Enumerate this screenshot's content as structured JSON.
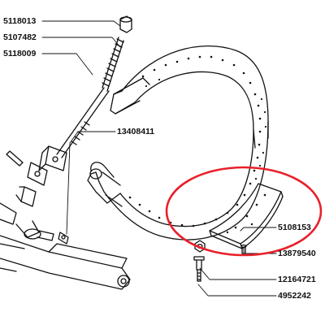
{
  "part_numbers": {
    "p5118013": "5118013",
    "p5107482": "5107482",
    "p5118009": "5118009",
    "p13408411": "13408411",
    "p5108153": "5108153",
    "p13879540": "13879540",
    "p12164721": "12164721",
    "p4952242": "4952242"
  },
  "colors": {
    "ink": "#111111",
    "highlight_circle": "#e8202a",
    "paper": "#ffffff"
  }
}
